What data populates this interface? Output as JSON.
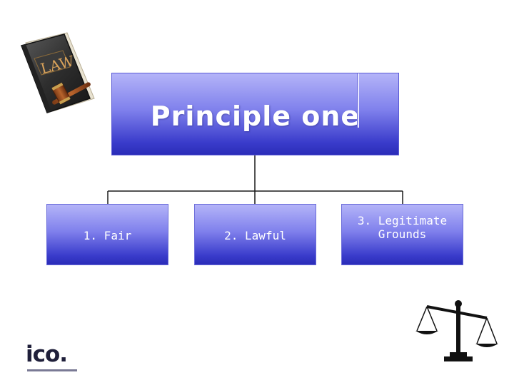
{
  "diagram": {
    "root": {
      "label": "Principle one"
    },
    "children": [
      {
        "label": "1. Fair"
      },
      {
        "label": "2. Lawful"
      },
      {
        "label": "3. Legitimate Grounds"
      }
    ]
  },
  "images": {
    "law_book": {
      "icon": "law-book-gavel-icon",
      "text": "LAW"
    },
    "ico_logo": {
      "icon": "ico-logo",
      "text": "ico."
    },
    "scales": {
      "icon": "scales-of-justice-icon"
    }
  },
  "colors": {
    "box_top": "#b4b4f8",
    "box_bottom": "#2a2cb8",
    "connector": "#1a1a1a",
    "text": "#ffffff"
  }
}
